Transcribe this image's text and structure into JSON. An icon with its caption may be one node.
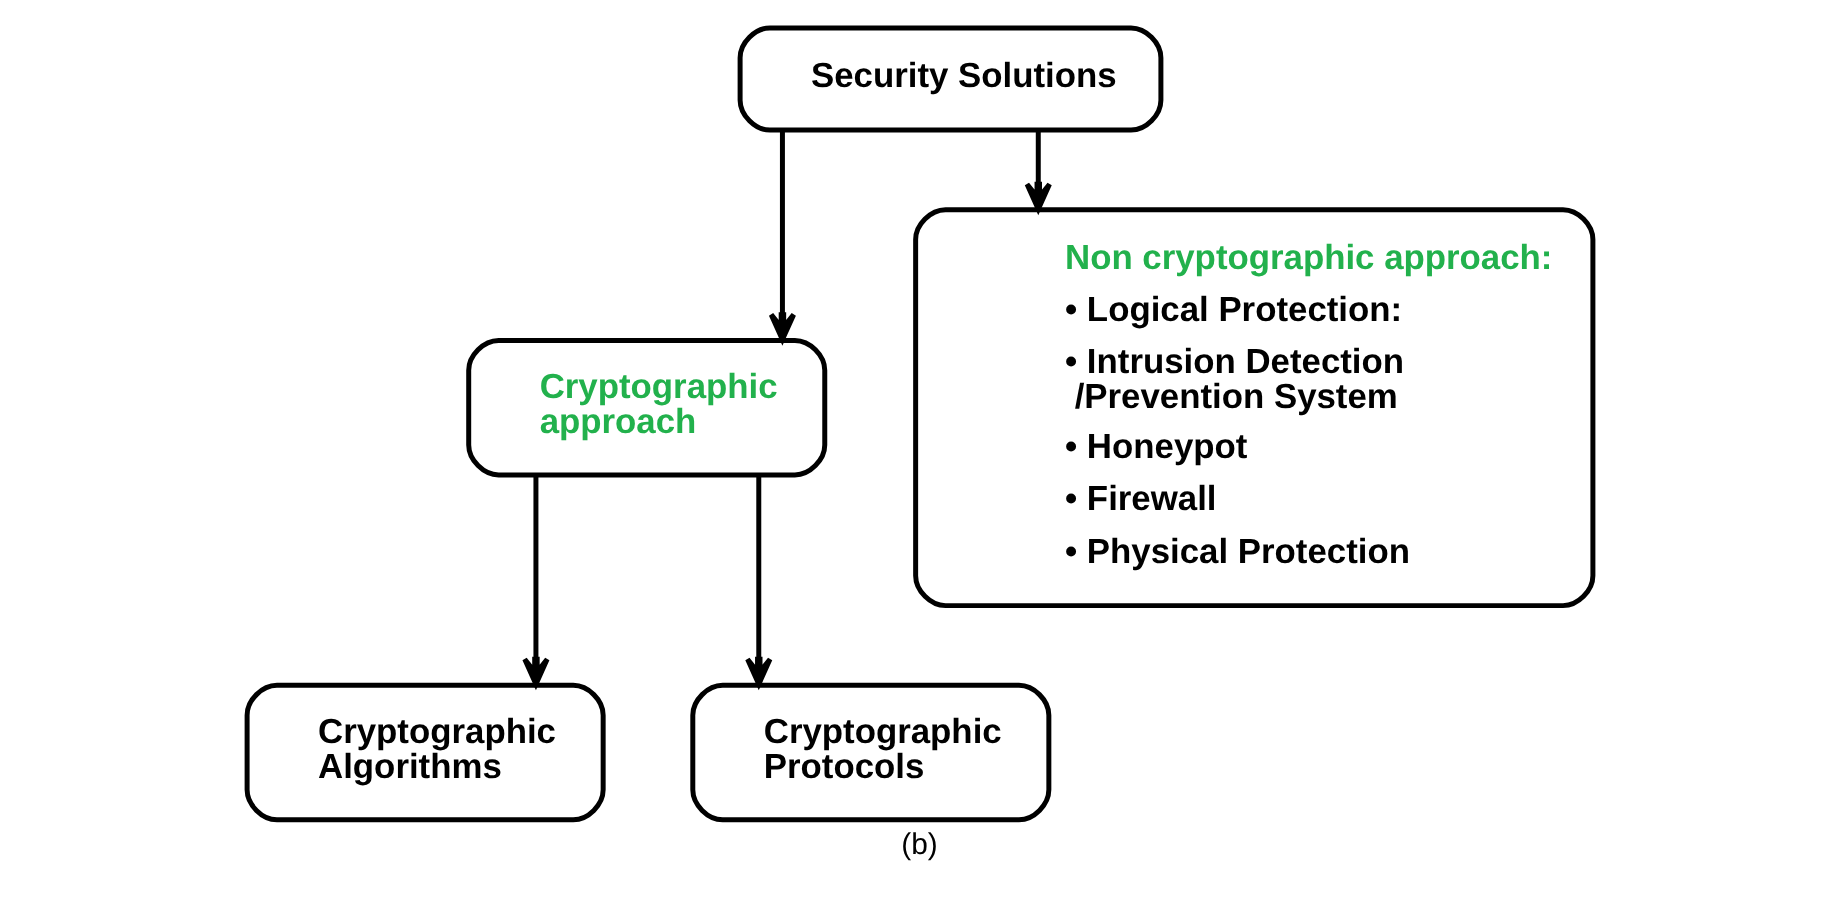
{
  "diagram": {
    "caption": "(b)",
    "nodes": [
      {
        "text": [
          "Security Solutions"
        ]
      },
      {
        "text": [
          "Cryptographic approach"
        ]
      },
      {
        "text": [
          "Non cryptographic approach:",
          "• Logical Protection:",
          "• Intrusion Detection /Prevention System",
          "• Honeypot",
          "• Firewall",
          "• Physical Protection"
        ]
      },
      {
        "text": [
          "Cryptographic Algorithms"
        ]
      },
      {
        "text": [
          "Cryptographic Protocols"
        ]
      }
    ],
    "edges": [
      {
        "from": 0,
        "to": 1,
        "arrow": "to"
      },
      {
        "from": 0,
        "to": 2,
        "arrow": "to"
      },
      {
        "from": 1,
        "to": 3,
        "arrow": "to"
      },
      {
        "from": 1,
        "to": 4,
        "arrow": "to"
      }
    ]
  }
}
